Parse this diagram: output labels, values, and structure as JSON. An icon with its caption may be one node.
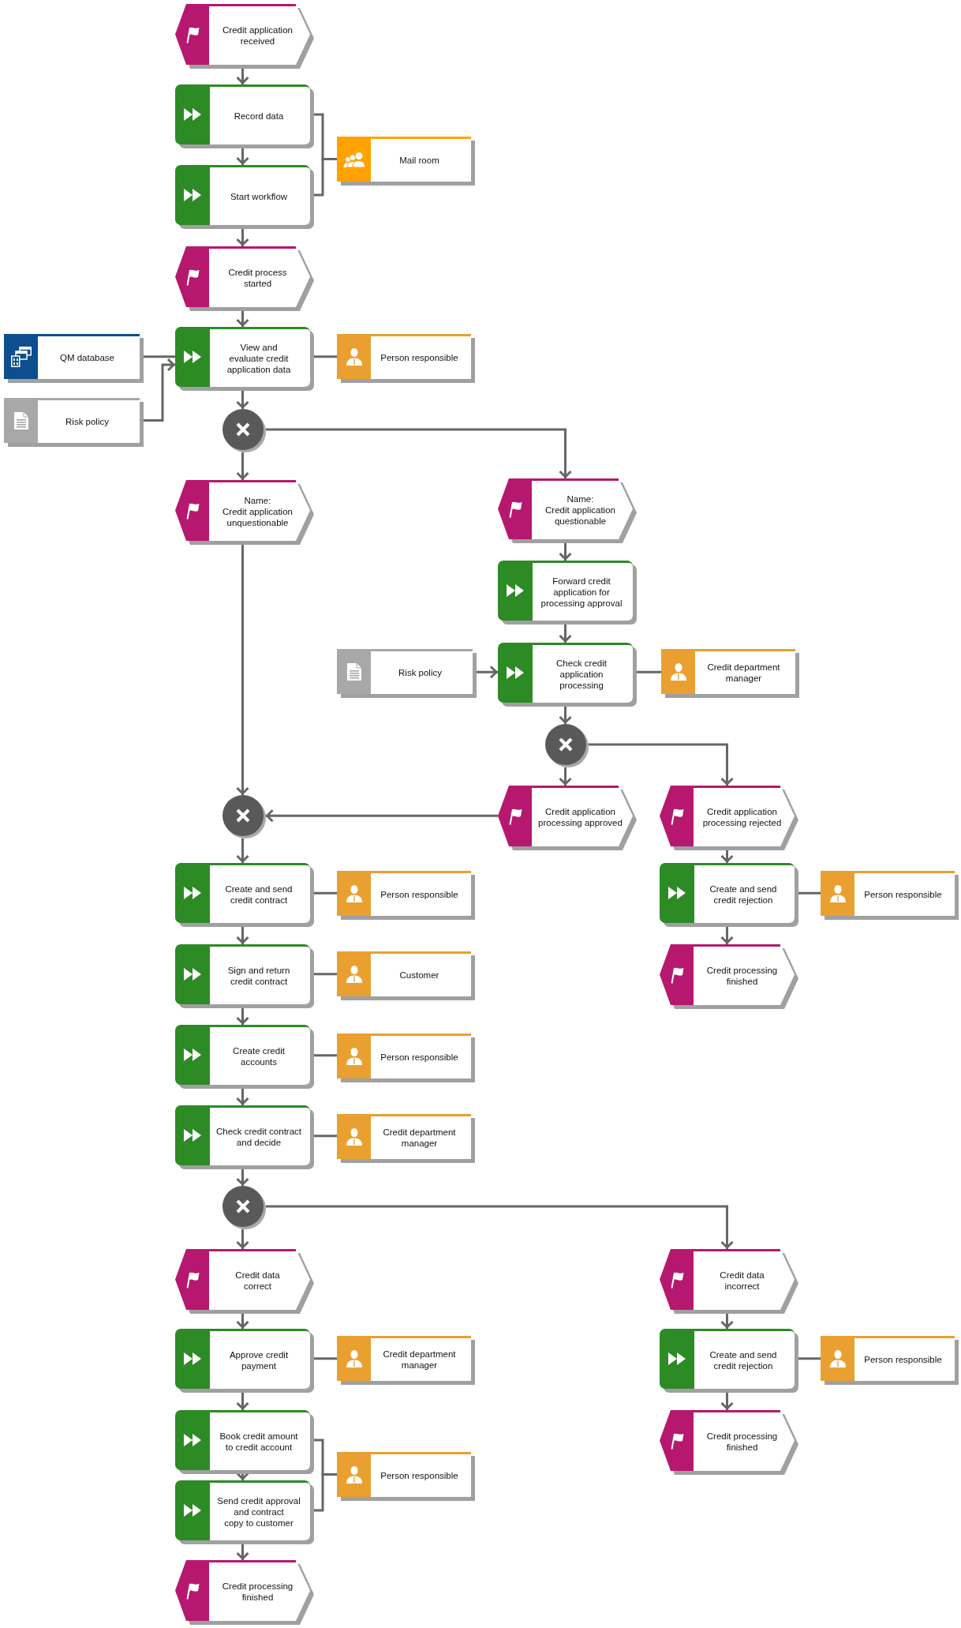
{
  "diagram": {
    "nodes": [
      {
        "text": [
          "Credit application received"
        ]
      },
      {
        "text": [
          "Record data"
        ]
      },
      {
        "text": [
          "Mail room"
        ]
      },
      {
        "text": [
          "Start workflow"
        ]
      },
      {
        "text": [
          "Credit process started"
        ]
      },
      {
        "text": [
          "QM database"
        ]
      },
      {
        "text": [
          "View and evaluate credit application data"
        ]
      },
      {
        "text": [
          "Person responsible"
        ]
      },
      {
        "text": [
          "Risk policy"
        ]
      },
      {
        "text": [],
        "shape": "circle"
      },
      {
        "text": [
          "Name:",
          "Credit application unquestionable"
        ]
      },
      {
        "text": [
          "Name:",
          "Credit application questionable"
        ]
      },
      {
        "text": [
          "Forward credit application for processing approval"
        ]
      },
      {
        "text": [
          "Risk policy"
        ]
      },
      {
        "text": [
          "Check credit application processing"
        ]
      },
      {
        "text": [
          "Credit department manager"
        ]
      },
      {
        "text": [],
        "shape": "circle"
      },
      {
        "text": [],
        "shape": "circle"
      },
      {
        "text": [
          "Credit application processing approved"
        ]
      },
      {
        "text": [
          "Credit application processing rejected"
        ]
      },
      {
        "text": [
          "Create and send credit contract"
        ]
      },
      {
        "text": [
          "Person responsible"
        ]
      },
      {
        "text": [
          "Create and send credit rejection"
        ]
      },
      {
        "text": [
          "Person responsible"
        ]
      },
      {
        "text": [
          "Sign and return credit contract"
        ]
      },
      {
        "text": [
          "Customer"
        ]
      },
      {
        "text": [
          "Credit processing finished"
        ]
      },
      {
        "text": [
          "Create credit accounts"
        ]
      },
      {
        "text": [
          "Person responsible"
        ]
      },
      {
        "text": [
          "Check credit contract and decide"
        ]
      },
      {
        "text": [
          "Credit department manager"
        ]
      },
      {
        "text": [],
        "shape": "circle"
      },
      {
        "text": [
          "Credit data correct"
        ]
      },
      {
        "text": [
          "Credit data incorrect"
        ]
      },
      {
        "text": [
          "Approve credit payment"
        ]
      },
      {
        "text": [
          "Credit department manager"
        ]
      },
      {
        "text": [
          "Create and send credit rejection"
        ]
      },
      {
        "text": [
          "Person responsible"
        ]
      },
      {
        "text": [
          "Book credit amount to credit account"
        ]
      },
      {
        "text": [
          "Credit processing finished"
        ]
      },
      {
        "text": [
          "Person responsible"
        ]
      },
      {
        "text": [
          "Send credit approval and contract copy to customer"
        ]
      },
      {
        "text": [
          "Credit processing finished"
        ]
      }
    ],
    "edges": [
      {
        "from": 0,
        "to": 1,
        "arrow": "to"
      },
      {
        "from": 1,
        "to": 2,
        "arrow": "none"
      },
      {
        "from": 3,
        "to": 2,
        "arrow": "none"
      },
      {
        "from": 1,
        "to": 3,
        "arrow": "to"
      },
      {
        "from": 3,
        "to": 4,
        "arrow": "to"
      },
      {
        "from": 4,
        "to": 6,
        "arrow": "to"
      },
      {
        "from": 5,
        "to": 6,
        "arrow": "none"
      },
      {
        "from": 8,
        "to": 6,
        "arrow": "to"
      },
      {
        "from": 6,
        "to": 7,
        "arrow": "none"
      },
      {
        "from": 6,
        "to": 9,
        "arrow": "to"
      },
      {
        "from": 9,
        "to": 10,
        "arrow": "to"
      },
      {
        "from": 9,
        "to": 11,
        "arrow": "to"
      },
      {
        "from": 10,
        "to": 17,
        "arrow": "to"
      },
      {
        "from": 11,
        "to": 12,
        "arrow": "to"
      },
      {
        "from": 12,
        "to": 14,
        "arrow": "to"
      },
      {
        "from": 13,
        "to": 14,
        "arrow": "to"
      },
      {
        "from": 14,
        "to": 15,
        "arrow": "none"
      },
      {
        "from": 14,
        "to": 16,
        "arrow": "to"
      },
      {
        "from": 16,
        "to": 18,
        "arrow": "to"
      },
      {
        "from": 16,
        "to": 19,
        "arrow": "to"
      },
      {
        "from": 18,
        "to": 17,
        "arrow": "to"
      },
      {
        "from": 19,
        "to": 22,
        "arrow": "to"
      },
      {
        "from": 22,
        "to": 23,
        "arrow": "none"
      },
      {
        "from": 22,
        "to": 26,
        "arrow": "to"
      },
      {
        "from": 17,
        "to": 20,
        "arrow": "to"
      },
      {
        "from": 20,
        "to": 21,
        "arrow": "none"
      },
      {
        "from": 20,
        "to": 24,
        "arrow": "to"
      },
      {
        "from": 24,
        "to": 25,
        "arrow": "none"
      },
      {
        "from": 24,
        "to": 27,
        "arrow": "to"
      },
      {
        "from": 27,
        "to": 28,
        "arrow": "none"
      },
      {
        "from": 27,
        "to": 29,
        "arrow": "to"
      },
      {
        "from": 29,
        "to": 30,
        "arrow": "none"
      },
      {
        "from": 29,
        "to": 31,
        "arrow": "to"
      },
      {
        "from": 31,
        "to": 32,
        "arrow": "to"
      },
      {
        "from": 31,
        "to": 33,
        "arrow": "to"
      },
      {
        "from": 32,
        "to": 34,
        "arrow": "to"
      },
      {
        "from": 34,
        "to": 35,
        "arrow": "none"
      },
      {
        "from": 34,
        "to": 38,
        "arrow": "to"
      },
      {
        "from": 38,
        "to": 40,
        "arrow": "none"
      },
      {
        "from": 41,
        "to": 40,
        "arrow": "none"
      },
      {
        "from": 38,
        "to": 41,
        "arrow": "to"
      },
      {
        "from": 33,
        "to": 36,
        "arrow": "to"
      },
      {
        "from": 36,
        "to": 37,
        "arrow": "none"
      },
      {
        "from": 36,
        "to": 39,
        "arrow": "to"
      },
      {
        "from": 41,
        "to": 42,
        "arrow": "to"
      }
    ]
  }
}
